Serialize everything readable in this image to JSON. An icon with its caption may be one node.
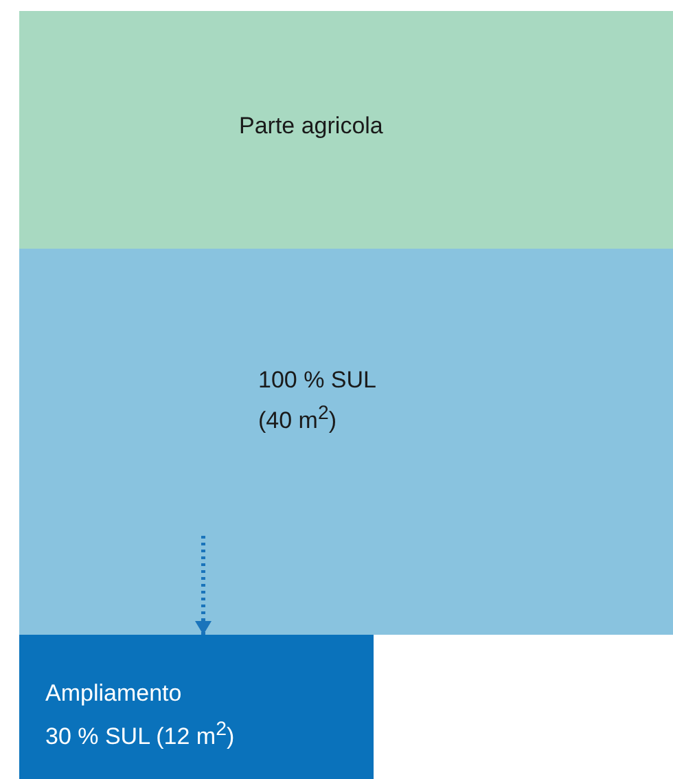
{
  "diagram": {
    "nodes": [
      {
        "text": [
          "Parte agricola"
        ]
      },
      {
        "text": [
          "100 % SUL (40 m$^{2}$)"
        ]
      },
      {
        "text": [
          "Ampliamento",
          "30 % SUL (12 m$^{2}$)"
        ]
      }
    ],
    "edges": [
      {
        "from": 1,
        "to": 2,
        "arrow": "to",
        "style": "dashed"
      }
    ]
  }
}
